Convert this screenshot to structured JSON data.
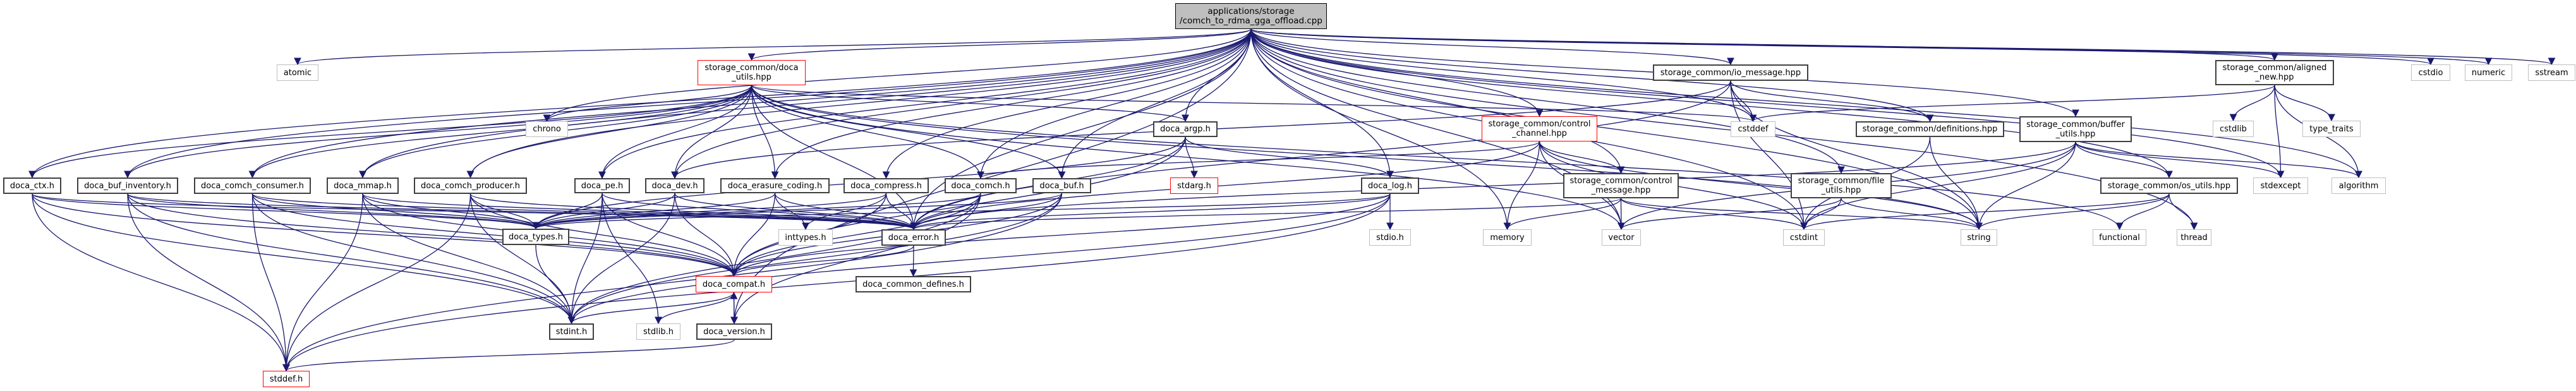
{
  "title": "applications/storage/comch_to_rdma_gga_offload.cpp",
  "colors": {
    "edge": "#191970",
    "root_fill": "#bfbfbf",
    "incomplete_border": "#ff0000",
    "system_border": "#bfbfbf"
  },
  "nodes": [
    {
      "id": "root",
      "label": "applications/storage\n/comch_to_rdma_gga_offload.cpp",
      "kind": "root"
    },
    {
      "id": "atomic",
      "label": "atomic",
      "kind": "sys"
    },
    {
      "id": "chrono",
      "label": "chrono",
      "kind": "sys"
    },
    {
      "id": "doca_utils",
      "label": "storage_common/doca\n_utils.hpp",
      "kind": "red"
    },
    {
      "id": "io_message",
      "label": "storage_common/io_message.hpp",
      "kind": "dark"
    },
    {
      "id": "aligned_new",
      "label": "storage_common/aligned\n_new.hpp",
      "kind": "dark"
    },
    {
      "id": "cstdio",
      "label": "cstdio",
      "kind": "sys"
    },
    {
      "id": "numeric",
      "label": "numeric",
      "kind": "sys"
    },
    {
      "id": "sstream",
      "label": "sstream",
      "kind": "sys"
    },
    {
      "id": "cstddef",
      "label": "cstddef",
      "kind": "sys"
    },
    {
      "id": "control_channel",
      "label": "storage_common/control\n_channel.hpp",
      "kind": "red"
    },
    {
      "id": "definitions",
      "label": "storage_common/definitions.hpp",
      "kind": "dark"
    },
    {
      "id": "buffer_utils",
      "label": "storage_common/buffer\n_utils.hpp",
      "kind": "dark"
    },
    {
      "id": "doca_argp",
      "label": "doca_argp.h",
      "kind": "dark"
    },
    {
      "id": "cstdlib",
      "label": "cstdlib",
      "kind": "sys"
    },
    {
      "id": "type_traits",
      "label": "type_traits",
      "kind": "sys"
    },
    {
      "id": "doca_ctx",
      "label": "doca_ctx.h",
      "kind": "dark"
    },
    {
      "id": "doca_buf_inventory",
      "label": "doca_buf_inventory.h",
      "kind": "dark"
    },
    {
      "id": "doca_comch_consumer",
      "label": "doca_comch_consumer.h",
      "kind": "dark"
    },
    {
      "id": "doca_mmap",
      "label": "doca_mmap.h",
      "kind": "dark"
    },
    {
      "id": "doca_comch_producer",
      "label": "doca_comch_producer.h",
      "kind": "dark"
    },
    {
      "id": "doca_pe",
      "label": "doca_pe.h",
      "kind": "dark"
    },
    {
      "id": "doca_dev",
      "label": "doca_dev.h",
      "kind": "dark"
    },
    {
      "id": "doca_erasure_coding",
      "label": "doca_erasure_coding.h",
      "kind": "dark"
    },
    {
      "id": "doca_compress",
      "label": "doca_compress.h",
      "kind": "dark"
    },
    {
      "id": "doca_comch",
      "label": "doca_comch.h",
      "kind": "dark"
    },
    {
      "id": "doca_buf",
      "label": "doca_buf.h",
      "kind": "dark"
    },
    {
      "id": "stdarg",
      "label": "stdarg.h",
      "kind": "red"
    },
    {
      "id": "doca_log",
      "label": "doca_log.h",
      "kind": "dark"
    },
    {
      "id": "control_message",
      "label": "storage_common/control\n_message.hpp",
      "kind": "dark"
    },
    {
      "id": "file_utils",
      "label": "storage_common/file\n_utils.hpp",
      "kind": "dark"
    },
    {
      "id": "os_utils",
      "label": "storage_common/os_utils.hpp",
      "kind": "dark"
    },
    {
      "id": "stdexcept",
      "label": "stdexcept",
      "kind": "sys"
    },
    {
      "id": "algorithm",
      "label": "algorithm",
      "kind": "sys"
    },
    {
      "id": "doca_types",
      "label": "doca_types.h",
      "kind": "dark"
    },
    {
      "id": "inttypes",
      "label": "inttypes.h",
      "kind": "sys"
    },
    {
      "id": "doca_error",
      "label": "doca_error.h",
      "kind": "dark"
    },
    {
      "id": "stdio",
      "label": "stdio.h",
      "kind": "sys"
    },
    {
      "id": "memory",
      "label": "memory",
      "kind": "sys"
    },
    {
      "id": "vector",
      "label": "vector",
      "kind": "sys"
    },
    {
      "id": "cstdint",
      "label": "cstdint",
      "kind": "sys"
    },
    {
      "id": "string",
      "label": "string",
      "kind": "sys"
    },
    {
      "id": "functional",
      "label": "functional",
      "kind": "sys"
    },
    {
      "id": "thread",
      "label": "thread",
      "kind": "sys"
    },
    {
      "id": "doca_compat",
      "label": "doca_compat.h",
      "kind": "red"
    },
    {
      "id": "doca_common_defines",
      "label": "doca_common_defines.h",
      "kind": "dark"
    },
    {
      "id": "stdint",
      "label": "stdint.h",
      "kind": "dark"
    },
    {
      "id": "stdlib",
      "label": "stdlib.h",
      "kind": "sys"
    },
    {
      "id": "doca_version",
      "label": "doca_version.h",
      "kind": "dark"
    },
    {
      "id": "stddef",
      "label": "stddef.h",
      "kind": "red"
    }
  ],
  "edges": [
    [
      "root",
      "atomic"
    ],
    [
      "root",
      "chrono"
    ],
    [
      "root",
      "doca_utils"
    ],
    [
      "root",
      "io_message"
    ],
    [
      "root",
      "aligned_new"
    ],
    [
      "root",
      "cstdio"
    ],
    [
      "root",
      "numeric"
    ],
    [
      "root",
      "sstream"
    ],
    [
      "root",
      "cstddef"
    ],
    [
      "root",
      "control_channel"
    ],
    [
      "root",
      "definitions"
    ],
    [
      "root",
      "buffer_utils"
    ],
    [
      "root",
      "doca_argp"
    ],
    [
      "root",
      "doca_ctx"
    ],
    [
      "root",
      "doca_buf_inventory"
    ],
    [
      "root",
      "doca_comch_consumer"
    ],
    [
      "root",
      "doca_mmap"
    ],
    [
      "root",
      "doca_comch_producer"
    ],
    [
      "root",
      "doca_pe"
    ],
    [
      "root",
      "doca_dev"
    ],
    [
      "root",
      "doca_erasure_coding"
    ],
    [
      "root",
      "doca_compress"
    ],
    [
      "root",
      "doca_comch"
    ],
    [
      "root",
      "doca_buf"
    ],
    [
      "root",
      "doca_log"
    ],
    [
      "root",
      "control_message"
    ],
    [
      "root",
      "file_utils"
    ],
    [
      "root",
      "os_utils"
    ],
    [
      "root",
      "stdexcept"
    ],
    [
      "root",
      "algorithm"
    ],
    [
      "root",
      "doca_error"
    ],
    [
      "root",
      "memory"
    ],
    [
      "root",
      "vector"
    ],
    [
      "root",
      "cstdint"
    ],
    [
      "root",
      "string"
    ],
    [
      "root",
      "thread"
    ],
    [
      "root",
      "doca_version"
    ],
    [
      "doca_utils",
      "chrono"
    ],
    [
      "doca_utils",
      "cstddef"
    ],
    [
      "doca_utils",
      "doca_argp"
    ],
    [
      "doca_utils",
      "doca_ctx"
    ],
    [
      "doca_utils",
      "doca_buf_inventory"
    ],
    [
      "doca_utils",
      "doca_comch_consumer"
    ],
    [
      "doca_utils",
      "doca_mmap"
    ],
    [
      "doca_utils",
      "doca_comch_producer"
    ],
    [
      "doca_utils",
      "doca_pe"
    ],
    [
      "doca_utils",
      "doca_dev"
    ],
    [
      "doca_utils",
      "doca_erasure_coding"
    ],
    [
      "doca_utils",
      "doca_comch"
    ],
    [
      "doca_utils",
      "doca_buf"
    ],
    [
      "doca_utils",
      "doca_error"
    ],
    [
      "doca_utils",
      "string"
    ],
    [
      "doca_utils",
      "vector"
    ],
    [
      "doca_utils",
      "functional"
    ],
    [
      "io_message",
      "cstddef"
    ],
    [
      "io_message",
      "cstdint"
    ],
    [
      "io_message",
      "string"
    ],
    [
      "io_message",
      "definitions"
    ],
    [
      "io_message",
      "doca_error"
    ],
    [
      "io_message",
      "doca_dev"
    ],
    [
      "aligned_new",
      "cstdlib"
    ],
    [
      "aligned_new",
      "type_traits"
    ],
    [
      "aligned_new",
      "stdexcept"
    ],
    [
      "aligned_new",
      "algorithm"
    ],
    [
      "aligned_new",
      "cstddef"
    ],
    [
      "control_channel",
      "control_message"
    ],
    [
      "control_channel",
      "doca_comch"
    ],
    [
      "control_channel",
      "doca_error"
    ],
    [
      "control_channel",
      "memory"
    ],
    [
      "control_channel",
      "vector"
    ],
    [
      "control_channel",
      "cstdint"
    ],
    [
      "control_channel",
      "string"
    ],
    [
      "definitions",
      "string"
    ],
    [
      "definitions",
      "cstdint"
    ],
    [
      "buffer_utils",
      "os_utils"
    ],
    [
      "buffer_utils",
      "cstdint"
    ],
    [
      "buffer_utils",
      "string"
    ],
    [
      "buffer_utils",
      "stdexcept"
    ],
    [
      "buffer_utils",
      "algorithm"
    ],
    [
      "buffer_utils",
      "doca_error"
    ],
    [
      "buffer_utils",
      "vector"
    ],
    [
      "doca_argp",
      "stdarg"
    ],
    [
      "doca_argp",
      "doca_log"
    ],
    [
      "doca_argp",
      "doca_compat"
    ],
    [
      "doca_argp",
      "doca_error"
    ],
    [
      "doca_argp",
      "doca_types"
    ],
    [
      "doca_ctx",
      "doca_types"
    ],
    [
      "doca_ctx",
      "doca_error"
    ],
    [
      "doca_ctx",
      "doca_compat"
    ],
    [
      "doca_ctx",
      "stdint"
    ],
    [
      "doca_ctx",
      "stddef"
    ],
    [
      "doca_buf_inventory",
      "doca_types"
    ],
    [
      "doca_buf_inventory",
      "doca_error"
    ],
    [
      "doca_buf_inventory",
      "doca_compat"
    ],
    [
      "doca_buf_inventory",
      "stdint"
    ],
    [
      "doca_buf_inventory",
      "stddef"
    ],
    [
      "doca_comch_consumer",
      "doca_types"
    ],
    [
      "doca_comch_consumer",
      "doca_error"
    ],
    [
      "doca_comch_consumer",
      "doca_compat"
    ],
    [
      "doca_comch_consumer",
      "stdint"
    ],
    [
      "doca_comch_consumer",
      "stddef"
    ],
    [
      "doca_mmap",
      "doca_types"
    ],
    [
      "doca_mmap",
      "doca_error"
    ],
    [
      "doca_mmap",
      "doca_compat"
    ],
    [
      "doca_mmap",
      "stdint"
    ],
    [
      "doca_mmap",
      "stddef"
    ],
    [
      "doca_comch_producer",
      "doca_types"
    ],
    [
      "doca_comch_producer",
      "doca_error"
    ],
    [
      "doca_comch_producer",
      "doca_compat"
    ],
    [
      "doca_comch_producer",
      "stdint"
    ],
    [
      "doca_comch_producer",
      "stddef"
    ],
    [
      "doca_pe",
      "doca_types"
    ],
    [
      "doca_pe",
      "doca_error"
    ],
    [
      "doca_pe",
      "doca_compat"
    ],
    [
      "doca_pe",
      "stdint"
    ],
    [
      "doca_pe",
      "stdlib"
    ],
    [
      "doca_dev",
      "doca_types"
    ],
    [
      "doca_dev",
      "doca_error"
    ],
    [
      "doca_dev",
      "doca_compat"
    ],
    [
      "doca_dev",
      "stdint"
    ],
    [
      "doca_erasure_coding",
      "doca_types"
    ],
    [
      "doca_erasure_coding",
      "doca_error"
    ],
    [
      "doca_erasure_coding",
      "doca_compat"
    ],
    [
      "doca_erasure_coding",
      "inttypes"
    ],
    [
      "doca_compress",
      "doca_types"
    ],
    [
      "doca_compress",
      "doca_error"
    ],
    [
      "doca_compress",
      "doca_compat"
    ],
    [
      "doca_compress",
      "inttypes"
    ],
    [
      "doca_comch",
      "doca_types"
    ],
    [
      "doca_comch",
      "doca_error"
    ],
    [
      "doca_comch",
      "doca_compat"
    ],
    [
      "doca_comch",
      "stdint"
    ],
    [
      "doca_comch",
      "doca_version"
    ],
    [
      "doca_buf",
      "doca_types"
    ],
    [
      "doca_buf",
      "doca_error"
    ],
    [
      "doca_buf",
      "doca_compat"
    ],
    [
      "doca_buf",
      "stdint"
    ],
    [
      "doca_buf",
      "stddef"
    ],
    [
      "doca_log",
      "stdio"
    ],
    [
      "doca_log",
      "doca_error"
    ],
    [
      "doca_log",
      "doca_compat"
    ],
    [
      "doca_log",
      "stdint"
    ],
    [
      "doca_log",
      "doca_types"
    ],
    [
      "doca_log",
      "stddef"
    ],
    [
      "control_message",
      "memory"
    ],
    [
      "control_message",
      "vector"
    ],
    [
      "control_message",
      "cstdint"
    ],
    [
      "control_message",
      "string"
    ],
    [
      "control_message",
      "doca_error"
    ],
    [
      "file_utils",
      "vector"
    ],
    [
      "file_utils",
      "cstdint"
    ],
    [
      "file_utils",
      "string"
    ],
    [
      "os_utils",
      "cstdint"
    ],
    [
      "os_utils",
      "string"
    ],
    [
      "os_utils",
      "functional"
    ],
    [
      "os_utils",
      "thread"
    ],
    [
      "doca_types",
      "stdint"
    ],
    [
      "doca_error",
      "doca_compat"
    ],
    [
      "doca_error",
      "doca_common_defines"
    ],
    [
      "doca_compat",
      "stdint"
    ],
    [
      "doca_compat",
      "stdlib"
    ],
    [
      "doca_compat",
      "doca_version"
    ],
    [
      "doca_version",
      "doca_compat"
    ],
    [
      "doca_version",
      "stddef"
    ]
  ]
}
